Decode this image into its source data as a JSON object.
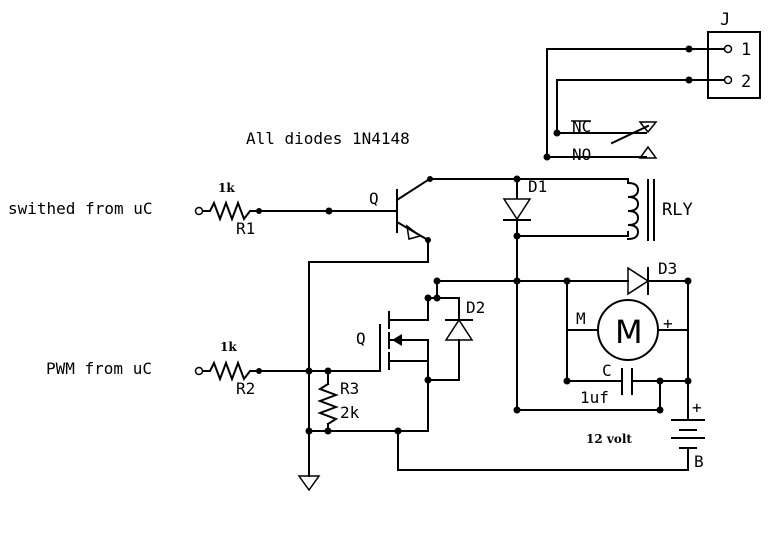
{
  "note": "All diodes 1N4148",
  "inputs": {
    "switched": "swithed from uC",
    "pwm": "PWM from uC"
  },
  "resistors": {
    "r1_name": "R1",
    "r1_value": "1k",
    "r2_name": "R2",
    "r2_value": "1k",
    "r3_name": "R3",
    "r3_value": "2k"
  },
  "transistors": {
    "q1": "Q",
    "q2": "Q"
  },
  "diodes": {
    "d1": "D1",
    "d2": "D2",
    "d3": "D3"
  },
  "relay": {
    "name": "RLY",
    "nc": "NC",
    "no": "NO"
  },
  "connector": {
    "name": "J",
    "pin1": "1",
    "pin2": "2"
  },
  "motor": {
    "name": "M",
    "symbol": "M",
    "plus": "+"
  },
  "capacitor": {
    "name": "C",
    "value": "1uf"
  },
  "battery": {
    "name": "B",
    "voltage": "12 volt",
    "plus": "+"
  }
}
